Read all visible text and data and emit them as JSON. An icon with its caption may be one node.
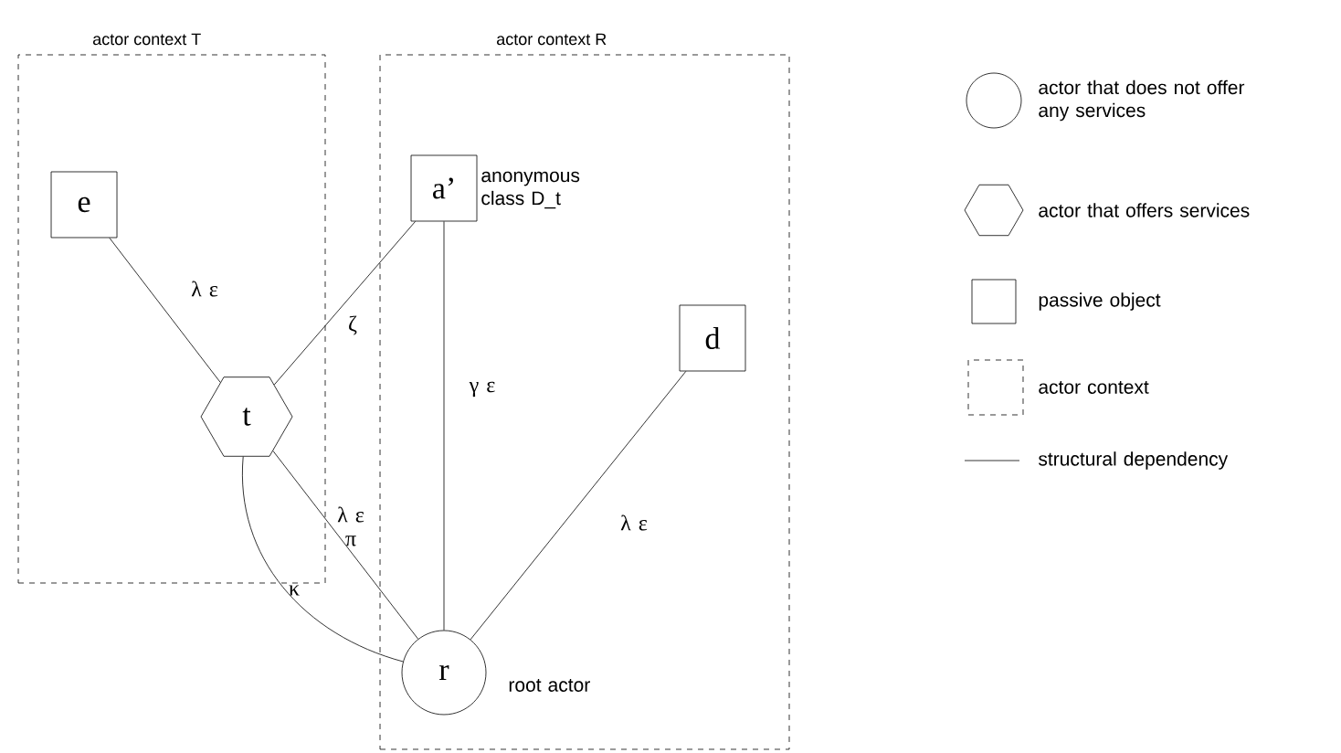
{
  "diagram": {
    "nodes": [
      {
        "text": [
          "actor context T"
        ]
      },
      {
        "text": [
          "actor context R"
        ]
      },
      {
        "text": [
          "e"
        ],
        "in": 0
      },
      {
        "text": [
          "a’"
        ],
        "in": 1,
        "beside": [
          "anonymous class D_t"
        ]
      },
      {
        "text": [
          "t"
        ],
        "in": 0
      },
      {
        "text": [
          "d"
        ],
        "in": 1
      },
      {
        "text": [
          "r"
        ],
        "in": 1,
        "beside": [
          "root actor"
        ]
      }
    ],
    "edges": [
      {
        "from": 2,
        "to": 4,
        "arrow": "none",
        "label": "λ ε"
      },
      {
        "from": 3,
        "to": 4,
        "arrow": "none",
        "label": "ζ"
      },
      {
        "from": 3,
        "to": 6,
        "arrow": "none",
        "label": "γ ε"
      },
      {
        "from": 4,
        "to": 6,
        "arrow": "none",
        "label": "λ ε π"
      },
      {
        "from": 4,
        "to": 6,
        "arrow": "none",
        "label": "κ"
      },
      {
        "from": 5,
        "to": 6,
        "arrow": "none",
        "label": "λ ε"
      }
    ],
    "legend": [
      {
        "text": "actor that does not offer any services"
      },
      {
        "text": "actor that offers services"
      },
      {
        "text": "passive object"
      },
      {
        "text": "actor context"
      },
      {
        "text": "structural dependency"
      }
    ]
  }
}
